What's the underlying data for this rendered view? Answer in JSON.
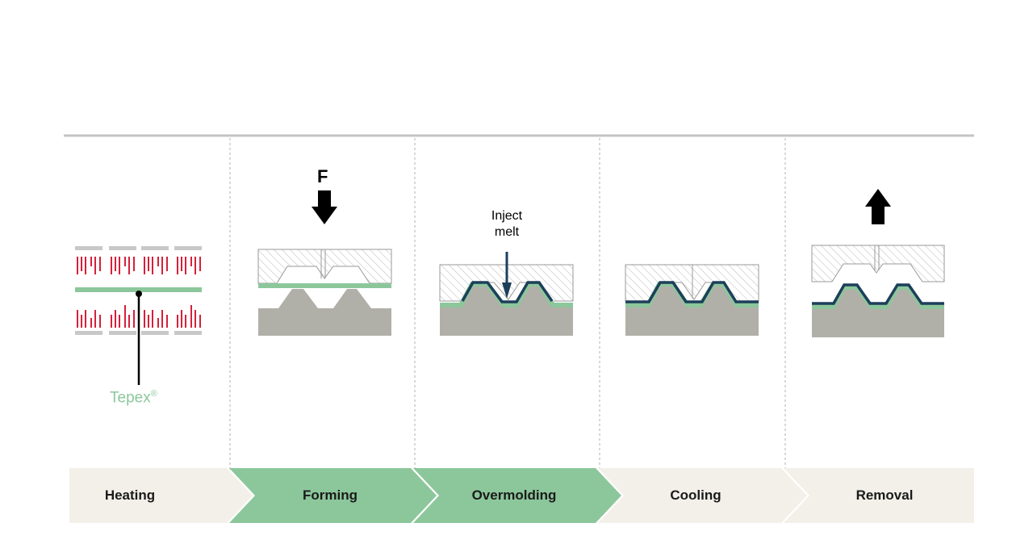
{
  "colors": {
    "chevron_green": "#8cc79b",
    "chevron_beige": "#f2f0e8",
    "heater_red": "#d6203a",
    "tepex_green": "#8cc79b",
    "mold_gray": "#b1b0a8",
    "melt_navy": "#1d3f5a",
    "divider_gray": "#c4c4c4"
  },
  "steps": [
    {
      "label": "Heating",
      "active": false
    },
    {
      "label": "Forming",
      "active": true
    },
    {
      "label": "Overmolding",
      "active": true
    },
    {
      "label": "Cooling",
      "active": false
    },
    {
      "label": "Removal",
      "active": false
    }
  ],
  "heating": {
    "material_label": "Tepex",
    "trademark": "®"
  },
  "forming": {
    "force_label": "F",
    "arrow_icon": "arrow-down-icon"
  },
  "overmolding": {
    "inject_line1": "Inject",
    "inject_line2": "melt"
  },
  "removal": {
    "arrow_icon": "arrow-up-icon"
  }
}
